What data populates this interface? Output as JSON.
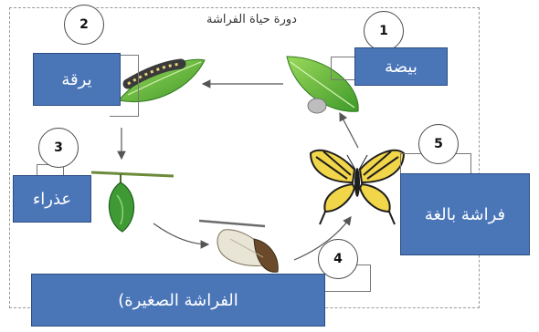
{
  "diagram": {
    "title": "دورة حياة الفراشة",
    "stages": [
      {
        "num": "1",
        "label": "بيضة"
      },
      {
        "num": "2",
        "label": "يرقة"
      },
      {
        "num": "3",
        "label": "عذراء"
      },
      {
        "num": "4",
        "label": "الفراشة الصغيرة)"
      },
      {
        "num": "5",
        "label": "فراشة بالغة"
      }
    ]
  },
  "colors": {
    "box_fill": "#4a76b8",
    "box_border": "#2b4d80",
    "leaf_green": "#6fbf3a",
    "arrow": "#555555"
  },
  "icons": [
    "egg-on-leaf-illustration",
    "caterpillar-on-leaf-illustration",
    "green-chrysalis-illustration",
    "emerging-butterfly-illustration",
    "adult-swallowtail-butterfly-illustration"
  ]
}
